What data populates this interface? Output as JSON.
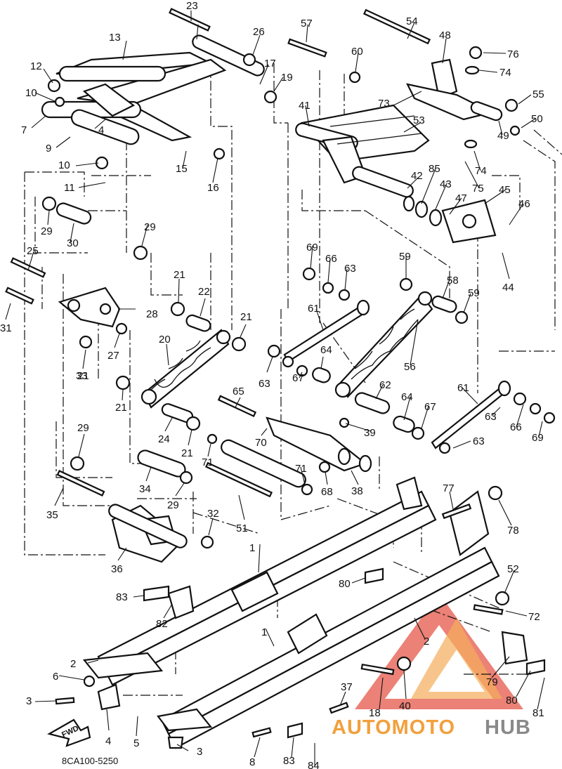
{
  "diagram": {
    "drawing_code": "8CA100-5250",
    "fwd_label": "FWD",
    "watermark": {
      "part1": "AUTOMOTO",
      "part2": "HUB",
      "color_red": "#e03a2a",
      "color_orange": "#f2a03d",
      "color_grey": "#8a8a8a"
    },
    "callouts": [
      "1",
      "1",
      "2",
      "2",
      "3",
      "3",
      "4",
      "4",
      "5",
      "6",
      "7",
      "8",
      "9",
      "10",
      "10",
      "11",
      "12",
      "13",
      "15",
      "16",
      "17",
      "18",
      "19",
      "20",
      "21",
      "21",
      "21",
      "21",
      "21",
      "22",
      "23",
      "24",
      "25",
      "26",
      "27",
      "28",
      "29",
      "29",
      "29",
      "29",
      "30",
      "31",
      "32",
      "33",
      "34",
      "35",
      "36",
      "37",
      "38",
      "39",
      "40",
      "41",
      "42",
      "43",
      "44",
      "45",
      "46",
      "47",
      "48",
      "49",
      "50",
      "51",
      "52",
      "53",
      "54",
      "55",
      "56",
      "57",
      "58",
      "59",
      "59",
      "60",
      "61",
      "61",
      "62",
      "63",
      "63",
      "63",
      "63",
      "64",
      "64",
      "65",
      "66",
      "66",
      "67",
      "67",
      "68",
      "69",
      "69",
      "70",
      "71",
      "71",
      "72",
      "73",
      "74",
      "74",
      "75",
      "76",
      "77",
      "78",
      "79",
      "80",
      "80",
      "81",
      "82",
      "83",
      "83",
      "84",
      "85"
    ]
  }
}
